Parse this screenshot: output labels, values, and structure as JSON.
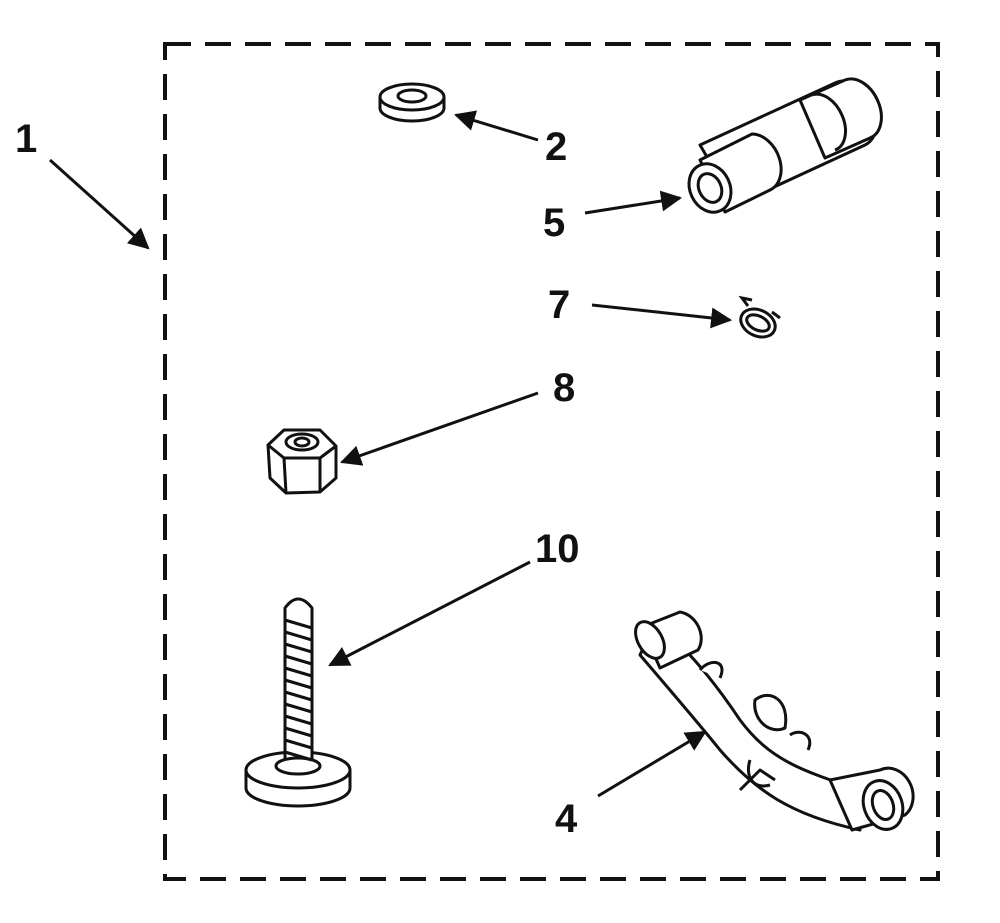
{
  "diagram": {
    "colors": {
      "ink": "#111111",
      "paper": "#ffffff"
    },
    "callouts": [
      {
        "id": "1",
        "label": "1",
        "part": "kit-boundary"
      },
      {
        "id": "2",
        "label": "2",
        "part": "washer"
      },
      {
        "id": "5",
        "label": "5",
        "part": "straight-hose-connector"
      },
      {
        "id": "7",
        "label": "7",
        "part": "hose-clamp"
      },
      {
        "id": "8",
        "label": "8",
        "part": "hex-nut"
      },
      {
        "id": "10",
        "label": "10",
        "part": "flanged-screw"
      },
      {
        "id": "4",
        "label": "4",
        "part": "curved-hose-connector"
      }
    ]
  }
}
